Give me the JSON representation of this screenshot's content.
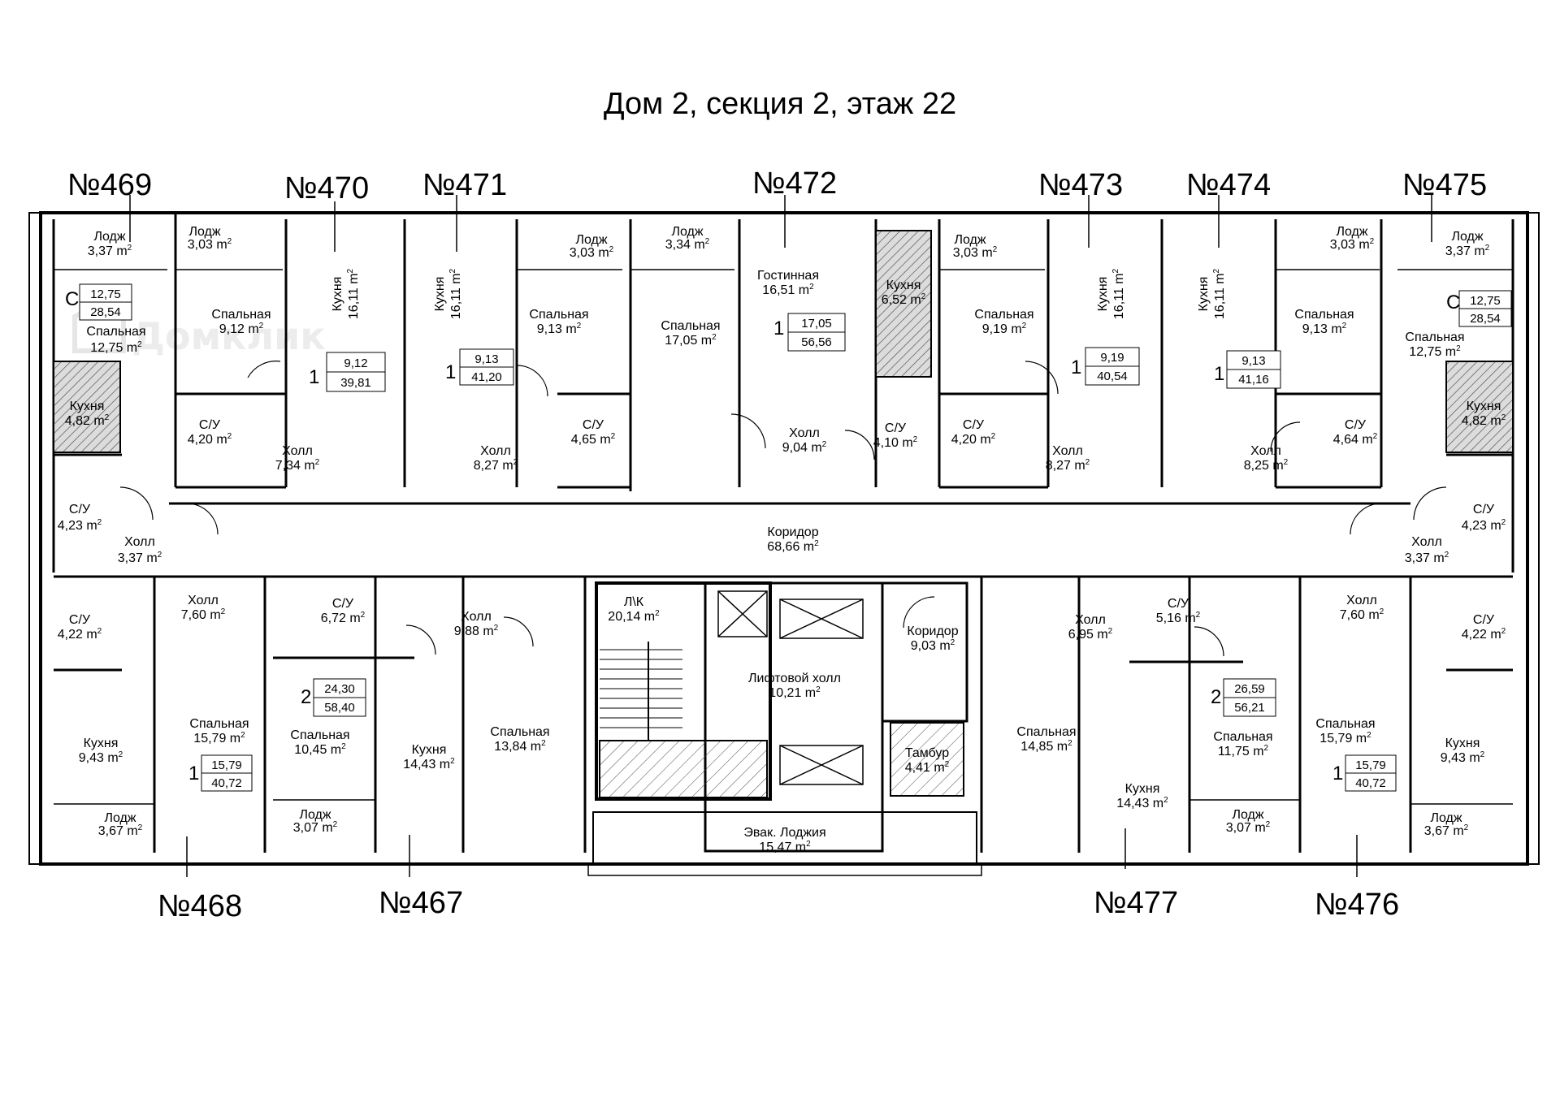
{
  "title": "Дом 2, секция 2, этаж 22",
  "unit": "m",
  "unit_sup": "2",
  "watermark": "Домклик",
  "apartments": [
    {
      "id": "469",
      "label": "№469"
    },
    {
      "id": "470",
      "label": "№470"
    },
    {
      "id": "471",
      "label": "№471"
    },
    {
      "id": "472",
      "label": "№472"
    },
    {
      "id": "473",
      "label": "№473"
    },
    {
      "id": "474",
      "label": "№474"
    },
    {
      "id": "475",
      "label": "№475"
    },
    {
      "id": "468",
      "label": "№468"
    },
    {
      "id": "467",
      "label": "№467"
    },
    {
      "id": "477",
      "label": "№477"
    },
    {
      "id": "476",
      "label": "№476"
    }
  ],
  "rooms": [
    {
      "name": "Лодж",
      "area": "3,37"
    },
    {
      "name": "Спальная",
      "area": "12,75"
    },
    {
      "name": "Кухня",
      "area": "4,82"
    },
    {
      "name": "С/У",
      "area": "4,23"
    },
    {
      "name": "Холл",
      "area": "3,37"
    },
    {
      "name": "Лодж",
      "area": "3,03"
    },
    {
      "name": "Спальная",
      "area": "9,12"
    },
    {
      "name": "Кухня",
      "area": "16,11"
    },
    {
      "name": "С/У",
      "area": "4,20"
    },
    {
      "name": "Холл",
      "area": "7,34"
    },
    {
      "name": "Кухня",
      "area": "16,11"
    },
    {
      "name": "Лодж",
      "area": "3,03"
    },
    {
      "name": "Спальная",
      "area": "9,13"
    },
    {
      "name": "С/У",
      "area": "4,65"
    },
    {
      "name": "Холл",
      "area": "8,27"
    },
    {
      "name": "Лодж",
      "area": "3,34"
    },
    {
      "name": "Спальная",
      "area": "17,05"
    },
    {
      "name": "Гостинная",
      "area": "16,51"
    },
    {
      "name": "Холл",
      "area": "9,04"
    },
    {
      "name": "Кухня",
      "area": "6,52"
    },
    {
      "name": "С/У",
      "area": "4,10"
    },
    {
      "name": "Лодж",
      "area": "3,03"
    },
    {
      "name": "Спальная",
      "area": "9,19"
    },
    {
      "name": "С/У",
      "area": "4,20"
    },
    {
      "name": "Кухня",
      "area": "16,11"
    },
    {
      "name": "Холл",
      "area": "8,27"
    },
    {
      "name": "Кухня",
      "area": "16,11"
    },
    {
      "name": "Лодж",
      "area": "3,03"
    },
    {
      "name": "Спальная",
      "area": "9,13"
    },
    {
      "name": "Холл",
      "area": "8,25"
    },
    {
      "name": "С/У",
      "area": "4,64"
    },
    {
      "name": "Лодж",
      "area": "3,37"
    },
    {
      "name": "Спальная",
      "area": "12,75"
    },
    {
      "name": "Кухня",
      "area": "4,82"
    },
    {
      "name": "С/У",
      "area": "4,23"
    },
    {
      "name": "Холл",
      "area": "3,37"
    },
    {
      "name": "Коридор",
      "area": "68,66"
    },
    {
      "name": "С/У",
      "area": "4,22"
    },
    {
      "name": "Холл",
      "area": "7,60"
    },
    {
      "name": "Кухня",
      "area": "9,43"
    },
    {
      "name": "Спальная",
      "area": "15,79"
    },
    {
      "name": "Лодж",
      "area": "3,67"
    },
    {
      "name": "С/У",
      "area": "6,72"
    },
    {
      "name": "Холл",
      "area": "9,88"
    },
    {
      "name": "Спальная",
      "area": "10,45"
    },
    {
      "name": "Кухня",
      "area": "14,43"
    },
    {
      "name": "Лодж",
      "area": "3,07"
    },
    {
      "name": "Спальная",
      "area": "13,84"
    },
    {
      "name": "Л\\К",
      "area": "20,14"
    },
    {
      "name": "Лифтовой холл",
      "area": "10,21"
    },
    {
      "name": "Коридор",
      "area": "9,03"
    },
    {
      "name": "Тамбур",
      "area": "4,41"
    },
    {
      "name": "Эвак. Лоджия",
      "area": "15,47"
    },
    {
      "name": "Холл",
      "area": "6,95"
    },
    {
      "name": "С/У",
      "area": "5,16"
    },
    {
      "name": "Спальная",
      "area": "14,85"
    },
    {
      "name": "Кухня",
      "area": "14,43"
    },
    {
      "name": "Спальная",
      "area": "11,75"
    },
    {
      "name": "Лодж",
      "area": "3,07"
    },
    {
      "name": "Холл",
      "area": "7,60"
    },
    {
      "name": "С/У",
      "area": "4,22"
    },
    {
      "name": "Спальная",
      "area": "15,79"
    },
    {
      "name": "Кухня",
      "area": "9,43"
    },
    {
      "name": "Лодж",
      "area": "3,67"
    }
  ],
  "summaries": [
    {
      "rooms": "С",
      "living": "12,75",
      "total": "28,54"
    },
    {
      "rooms": "1",
      "living": "9,12",
      "total": "39,81"
    },
    {
      "rooms": "1",
      "living": "9,13",
      "total": "41,20"
    },
    {
      "rooms": "1",
      "living": "17,05",
      "total": "56,56"
    },
    {
      "rooms": "1",
      "living": "9,19",
      "total": "40,54"
    },
    {
      "rooms": "1",
      "living": "9,13",
      "total": "41,16"
    },
    {
      "rooms": "С",
      "living": "12,75",
      "total": "28,54"
    },
    {
      "rooms": "2",
      "living": "24,30",
      "total": "58,40"
    },
    {
      "rooms": "1",
      "living": "15,79",
      "total": "40,72"
    },
    {
      "rooms": "2",
      "living": "26,59",
      "total": "56,21"
    },
    {
      "rooms": "1",
      "living": "15,79",
      "total": "40,72"
    }
  ]
}
